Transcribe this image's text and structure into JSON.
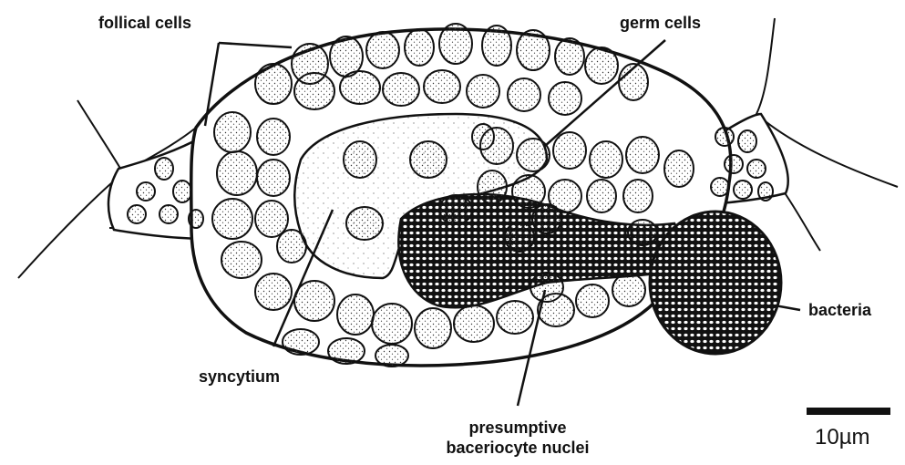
{
  "labels": {
    "follical_cells": "follical cells",
    "germ_cells": "germ cells",
    "syncytium": "syncytium",
    "bacteria": "bacteria",
    "presumptive_line1": "presumptive",
    "presumptive_line2": "baceriocyte nuclei"
  },
  "scale_bar": {
    "text": "10µm"
  },
  "colors": {
    "ink": "#111111",
    "paper": "#ffffff"
  }
}
